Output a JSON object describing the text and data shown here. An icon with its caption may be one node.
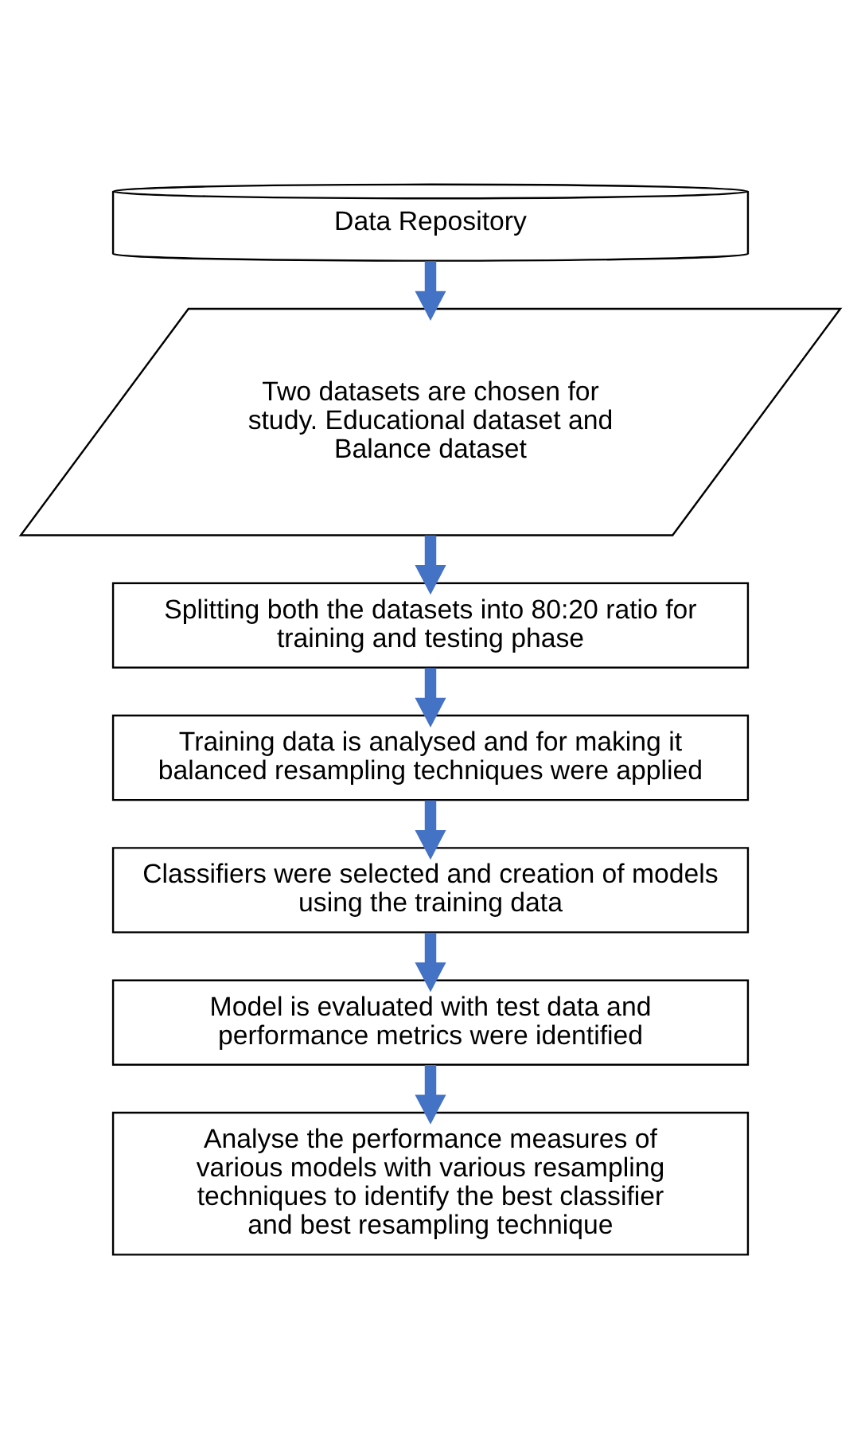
{
  "diagram": {
    "nodes": [
      {
        "text": [
          "Data Repository"
        ]
      },
      {
        "text": [
          "Two datasets are chosen for study. Educational dataset and Balance dataset"
        ]
      },
      {
        "text": [
          "Splitting both the datasets into 80:20 ratio for training and testing phase"
        ]
      },
      {
        "text": [
          "Training data is analysed and for making it balanced resampling techniques were applied"
        ]
      },
      {
        "text": [
          "Classifiers were selected and creation of models using the training data"
        ]
      },
      {
        "text": [
          "Model is evaluated with test data and performance metrics were identified"
        ]
      },
      {
        "text": [
          "Analyse the performance measures of various models with various resampling techniques to identify the best classifier and best resampling technique"
        ]
      }
    ],
    "edges": [
      {
        "from": 0,
        "to": 1,
        "arrow": "to"
      },
      {
        "from": 1,
        "to": 2,
        "arrow": "to"
      },
      {
        "from": 2,
        "to": 3,
        "arrow": "to"
      },
      {
        "from": 3,
        "to": 4,
        "arrow": "to"
      },
      {
        "from": 4,
        "to": 5,
        "arrow": "to"
      },
      {
        "from": 5,
        "to": 6,
        "arrow": "to"
      }
    ]
  }
}
